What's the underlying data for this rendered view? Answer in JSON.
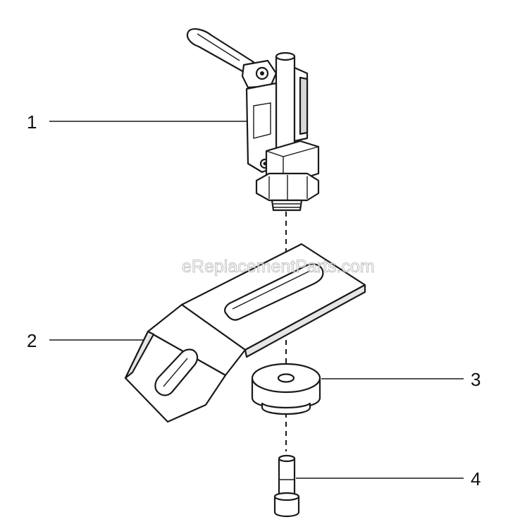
{
  "watermark": "eReplacementParts.com",
  "callouts": [
    {
      "label": "1"
    },
    {
      "label": "2"
    },
    {
      "label": "3"
    },
    {
      "label": "4"
    }
  ],
  "colors": {
    "ink": "#1a1a1a",
    "part_fill": "#ffffff",
    "shade": "#d8d8d8",
    "watermark_stroke": "#9a9a9a"
  }
}
